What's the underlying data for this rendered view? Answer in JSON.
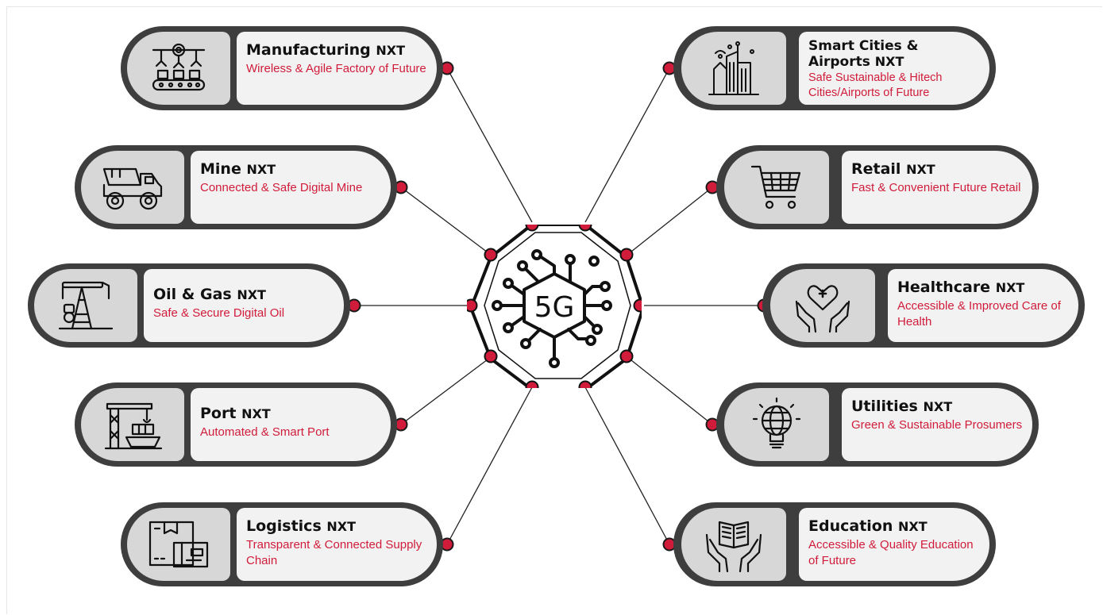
{
  "center": {
    "label": "5G"
  },
  "left": [
    {
      "title": "Manufacturing",
      "suffix": "NXT",
      "subtitle": "Wireless & Agile Factory of Future",
      "icon": "factory-robot-arm-icon"
    },
    {
      "title": "Mine",
      "suffix": "NXT",
      "subtitle": "Connected & Safe Digital Mine",
      "icon": "mining-truck-icon"
    },
    {
      "title": "Oil & Gas",
      "suffix": "NXT",
      "subtitle": "Safe & Secure Digital Oil",
      "icon": "oil-pump-icon"
    },
    {
      "title": "Port",
      "suffix": "NXT",
      "subtitle": "Automated & Smart Port",
      "icon": "port-crane-ship-icon"
    },
    {
      "title": "Logistics",
      "suffix": "NXT",
      "subtitle": "Transparent & Connected Supply Chain",
      "icon": "package-boxes-icon"
    }
  ],
  "right": [
    {
      "title": "Smart Cities & Airports",
      "suffix": "NXT",
      "subtitle": "Safe Sustainable & Hitech Cities/Airports of Future",
      "icon": "smart-city-buildings-icon"
    },
    {
      "title": "Retail",
      "suffix": "NXT",
      "subtitle": "Fast & Convenient Future Retail",
      "icon": "shopping-cart-icon"
    },
    {
      "title": "Healthcare",
      "suffix": "NXT",
      "subtitle": "Accessible & Improved Care of Health",
      "icon": "hands-heart-icon"
    },
    {
      "title": "Utilities",
      "suffix": "NXT",
      "subtitle": "Green & Sustainable Prosumers",
      "icon": "globe-bulb-icon"
    },
    {
      "title": "Education",
      "suffix": "NXT",
      "subtitle": "Accessible & Quality Education of Future",
      "icon": "hands-book-icon"
    }
  ],
  "colors": {
    "accent": "#d01c3a",
    "pill_dark": "#3e3e3e",
    "icon_bg": "#d7d7d7",
    "text_bg": "#f2f2f2"
  }
}
